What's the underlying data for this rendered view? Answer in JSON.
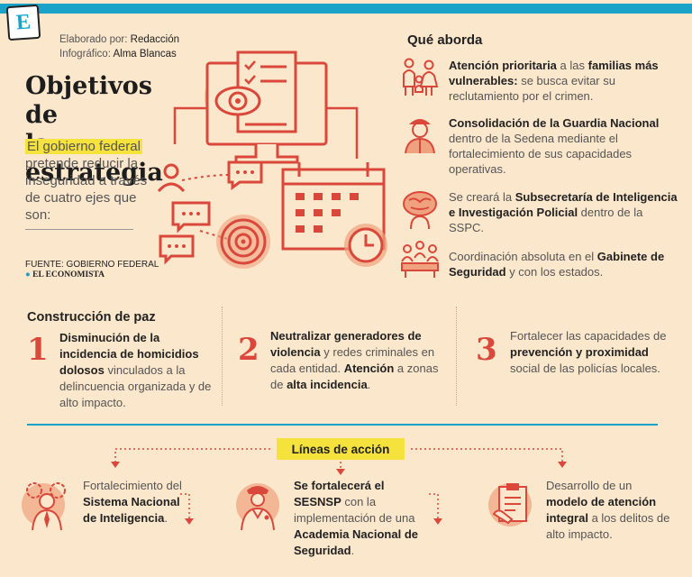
{
  "header": {
    "logo_letter": "E",
    "credit_line1_prefix": "Elaborado por:",
    "credit_line1_name": "Redacción",
    "credit_line2_prefix": "Infográfico:",
    "credit_line2_name": "Alma Blancas"
  },
  "title": {
    "line1": "Objetivos de",
    "line2": "la estrategia"
  },
  "intro": {
    "highlight": "El gobierno federal",
    "rest": "pretende reducir la inseguridad a través de cuatro ejes que son:"
  },
  "source": {
    "label": "FUENTE: GOBIERNO FEDERAL",
    "brand": "EL ECONOMISTA"
  },
  "que_aborda": {
    "title": "Qué aborda",
    "items": [
      {
        "icon": "family-icon",
        "bold1": "Atención prioritaria",
        "t1": " a las ",
        "bold2": "familias más vulnerables:",
        "t2": " se busca evitar su reclutamiento por el crimen."
      },
      {
        "icon": "guard-soldier-icon",
        "bold1": "Consolidación de la Guardia Nacional",
        "t1": " dentro de la Sedena mediante el fortalecimiento de sus capacidades operativas.",
        "bold2": "",
        "t2": ""
      },
      {
        "icon": "brain-network-icon",
        "bold1": "",
        "t1": "Se creará la ",
        "bold2": "Subsecretaría de Inteligencia e Investigación Policial",
        "t2": " dentro de la SSPC."
      },
      {
        "icon": "meeting-icon",
        "bold1": "",
        "t1": "Coordinación absoluta en el ",
        "bold2": "Gabinete de Seguridad",
        "t2": " y con los estados."
      }
    ]
  },
  "construccion": {
    "title": "Construcción de paz",
    "items": [
      {
        "num": "1",
        "bold": "Disminución de la incidencia de homicidios dolosos",
        "text": " vinculados a la delincuencia organizada y de alto impacto."
      },
      {
        "num": "2",
        "bold": "Neutralizar generadores de violencia",
        "text": " y redes criminales en cada entidad. ",
        "bold2": "Atención",
        "text2": " a zonas de ",
        "bold3": "alta incidencia",
        "text3": "."
      },
      {
        "num": "3",
        "text_a": "Fortalecer las capacidades de ",
        "bold": "prevención y proximidad",
        "text": " social de las policías locales."
      }
    ]
  },
  "lineas": {
    "title": "Líneas de acción",
    "items": [
      {
        "icon": "intelligence-agent-icon",
        "t1": "Fortalecimiento del ",
        "bold": "Sistema Nacional de Inteligencia",
        "t2": "."
      },
      {
        "icon": "police-officer-icon",
        "bold1": "Se fortalecerá el SESNSP",
        "t1": " con la implementación de una ",
        "bold2": "Academia Nacional de Seguridad",
        "t2": "."
      },
      {
        "icon": "document-clipboard-icon",
        "t1": "Desarrollo de un ",
        "bold": "modelo de atención integral",
        "t2": " a los delitos de alto impacto."
      }
    ]
  },
  "colors": {
    "accent_red": "#d9483b",
    "accent_blue": "#1aa3c9",
    "highlight_yellow": "#f6e23d",
    "background": "#fbe7cc"
  }
}
